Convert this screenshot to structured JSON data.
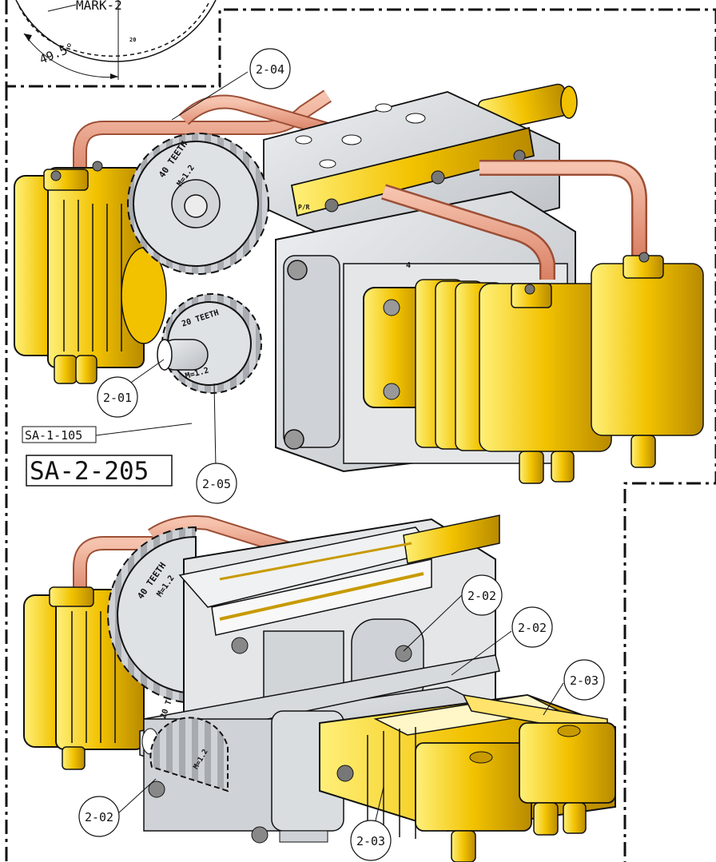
{
  "detail": {
    "mark_label": "MARK-2",
    "angle_label": "49.5°",
    "tooth_number": "20"
  },
  "assembly_title": "SA-2-205",
  "sub_assembly_ref": "SA-1-105",
  "upper_view": {
    "gear_large_teeth": "40 TEETH",
    "gear_large_module": "M=1.2",
    "gear_small_teeth": "20 TEETH",
    "gear_small_module": "M=1.2",
    "block_mark": "P/R",
    "body_mark": "4",
    "callouts": [
      "2-04",
      "2-01",
      "2-05"
    ]
  },
  "lower_view": {
    "gear_large_teeth": "40 TEETH",
    "gear_large_module": "M=1.2",
    "gear_small_teeth": "20 T",
    "gear_small_module": "M=1.2",
    "callouts": [
      "2-02",
      "2-02",
      "2-03",
      "2-02",
      "2-03"
    ]
  },
  "colors": {
    "gold": "#f2c200",
    "gold_dark": "#c89a00",
    "copper": "#e59a7e",
    "steel": "#d7dadd",
    "steel_dark": "#a9adb2",
    "line": "#111111"
  }
}
